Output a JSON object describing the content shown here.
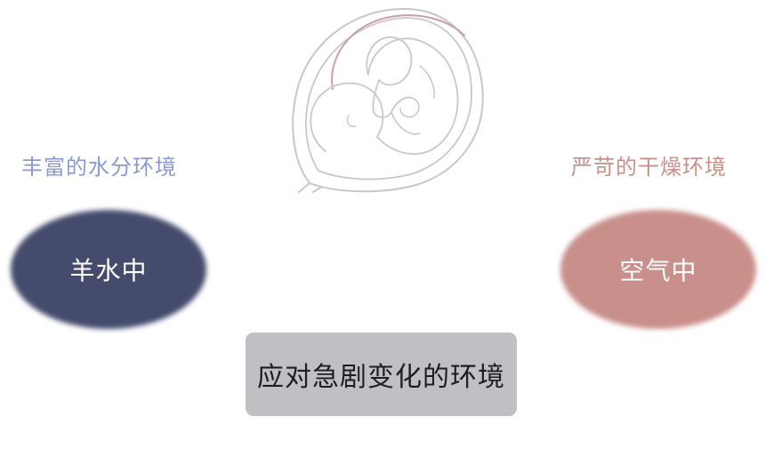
{
  "left": {
    "caption": "丰富的水分环境",
    "blob_label": "羊水中"
  },
  "right": {
    "caption": "严苛的干燥环境",
    "blob_label": "空气中"
  },
  "center": {
    "label": "应对急剧变化的环境"
  },
  "colors": {
    "left_blob": "#454b6d",
    "left_caption": "#8a9ad0",
    "right_blob": "#c98f8a",
    "right_caption": "#c8908a",
    "center_box": "#c0bfc4",
    "illustration_line": "#c8c8cc",
    "illustration_accent": "#c9a0a4"
  },
  "icons": {
    "illustration": "fetus-in-womb-icon"
  }
}
